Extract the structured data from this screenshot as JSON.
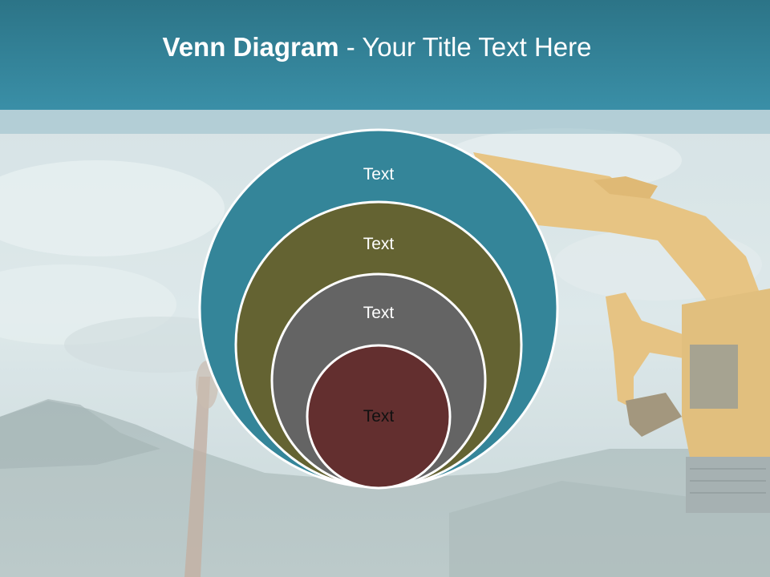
{
  "slide": {
    "title_bold": "Venn Diagram",
    "title_rest": " - Your Title Text Here"
  },
  "diagram": {
    "circles": [
      {
        "label": "Text",
        "fill": "#348599"
      },
      {
        "label": "Text",
        "fill": "#646332"
      },
      {
        "label": "Text",
        "fill": "#646464"
      },
      {
        "label": "Text",
        "fill": "#632f2f"
      }
    ]
  },
  "colors": {
    "header": "#3a8fa7",
    "circle_outline": "#ffffff",
    "label_light": "#ffffff",
    "label_dark": "#111111"
  }
}
